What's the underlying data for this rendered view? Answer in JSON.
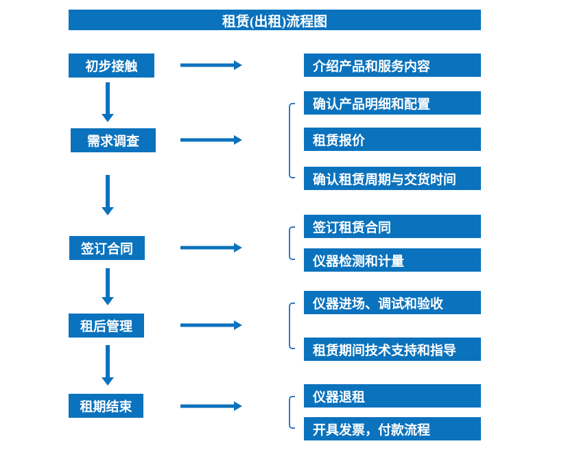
{
  "title": "租赁(出租)流程图",
  "colors": {
    "primary": "#0b72bd",
    "bracket": "#2e78bd",
    "text": "#ffffff",
    "background": "#ffffff"
  },
  "flow": {
    "steps": [
      {
        "label": "初步接触",
        "details": [
          "介绍产品和服务内容"
        ]
      },
      {
        "label": "需求调查",
        "details": [
          "确认产品明细和配置",
          "租赁报价",
          "确认租赁周期与交货时间"
        ]
      },
      {
        "label": "签订合同",
        "details": [
          "签订租赁合同",
          "仪器检测和计量"
        ]
      },
      {
        "label": "租后管理",
        "details": [
          "仪器进场、调试和验收",
          "租赁期间技术支持和指导"
        ]
      },
      {
        "label": "租期结束",
        "details": [
          "仪器退租",
          "开具发票，付款流程"
        ]
      }
    ]
  }
}
